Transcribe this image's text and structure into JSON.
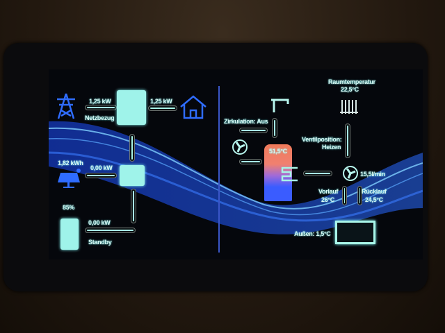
{
  "energy": {
    "grid_power": "1,25 kW",
    "grid_status": "Netzbezug",
    "house_power": "1,25 kW",
    "pv_energy": "1,82 kWh",
    "pv_power": "0,00 kW",
    "battery_soc": "85%",
    "battery_power": "0,00 kW",
    "battery_status": "Standby"
  },
  "heating": {
    "room_label": "Raumtemperatur",
    "room_temp": "22,5°C",
    "circulation": "Zirkulation: Aus",
    "tank_temp": "51,5°C",
    "valve_label": "Ventilposition:",
    "valve_state": "Heizen",
    "flow": "15,5l/min",
    "supply_label": "Vorlauf",
    "supply_temp": "26°C",
    "return_label": "Rücklauf",
    "return_temp": "24,5°C",
    "outdoor": "Außen: 1,5°C"
  },
  "colors": {
    "accent": "#9ff3ea",
    "icon_blue": "#2f6cff",
    "tank_hot": "#f07a5a",
    "tank_cold": "#3a5cff"
  }
}
